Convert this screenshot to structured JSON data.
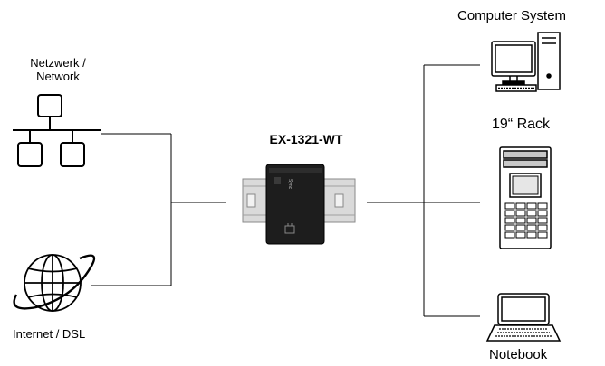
{
  "labels": {
    "network": [
      "Netzwerk /",
      "Network"
    ],
    "internet": "Internet / DSL",
    "device": "EX-1321-WT",
    "computer": "Computer System",
    "rack": "19“ Rack",
    "notebook": "Notebook"
  },
  "icons": {
    "network": "network-topology-icon",
    "internet": "globe-icon",
    "device": "din-rail-usb-hub-device",
    "computer": "desktop-computer-icon",
    "rack": "server-rack-icon",
    "notebook": "laptop-icon"
  }
}
